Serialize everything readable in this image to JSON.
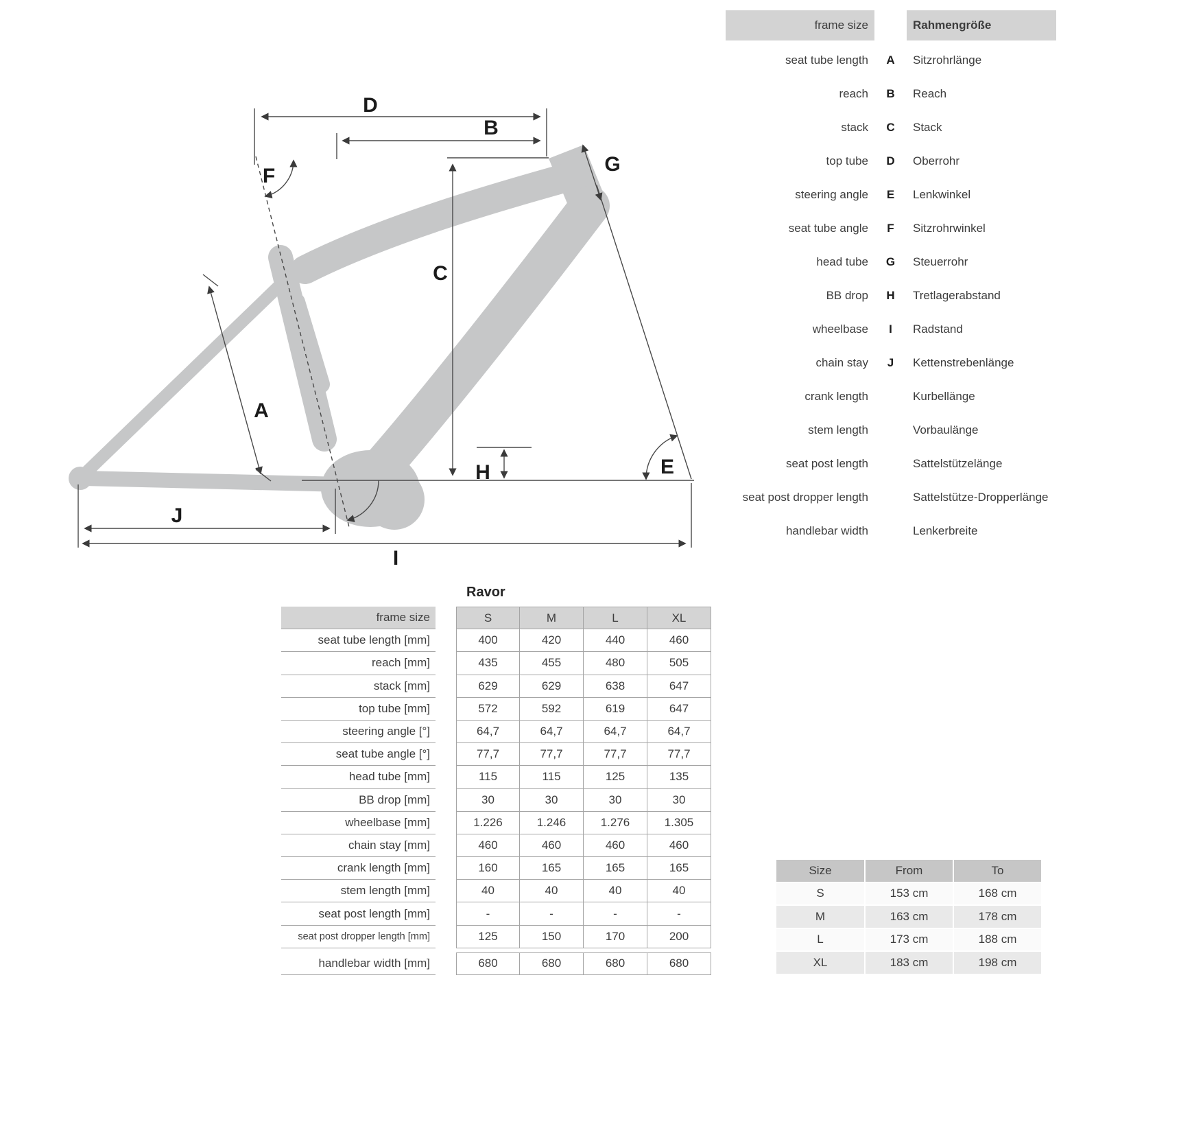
{
  "diagram": {
    "dim_labels": [
      "D",
      "B",
      "F",
      "G",
      "C",
      "A",
      "E",
      "H",
      "J",
      "I"
    ],
    "frame_color": "#c6c7c8",
    "line_color": "#4a4a4a"
  },
  "legend": {
    "header_en": "frame size",
    "header_de": "Rahmengröße",
    "rows": [
      {
        "en": "seat tube length",
        "letter": "A",
        "de": "Sitzrohrlänge"
      },
      {
        "en": "reach",
        "letter": "B",
        "de": "Reach"
      },
      {
        "en": "stack",
        "letter": "C",
        "de": "Stack"
      },
      {
        "en": "top tube",
        "letter": "D",
        "de": "Oberrohr"
      },
      {
        "en": "steering angle",
        "letter": "E",
        "de": "Lenkwinkel"
      },
      {
        "en": "seat tube angle",
        "letter": "F",
        "de": "Sitzrohrwinkel"
      },
      {
        "en": "head tube",
        "letter": "G",
        "de": "Steuerrohr"
      },
      {
        "en": "BB drop",
        "letter": "H",
        "de": "Tretlagerabstand"
      },
      {
        "en": "wheelbase",
        "letter": "I",
        "de": "Radstand"
      },
      {
        "en": "chain stay",
        "letter": "J",
        "de": "Kettenstrebenlänge"
      },
      {
        "en": "crank length",
        "letter": "",
        "de": "Kurbellänge"
      },
      {
        "en": "stem length",
        "letter": "",
        "de": "Vorbaulänge"
      },
      {
        "en": "seat post length",
        "letter": "",
        "de": "Sattelstützelänge"
      },
      {
        "en": "seat post  dropper length",
        "letter": "",
        "de": "Sattelstütze-Dropperlänge"
      },
      {
        "en": "handlebar width",
        "letter": "",
        "de": "Lenkerbreite"
      }
    ]
  },
  "geometry_table": {
    "title": "Ravor",
    "header_label": "frame size",
    "sizes": [
      "S",
      "M",
      "L",
      "XL"
    ],
    "rows": [
      {
        "label": "seat tube length [mm]",
        "values": [
          "400",
          "420",
          "440",
          "460"
        ]
      },
      {
        "label": "reach [mm]",
        "values": [
          "435",
          "455",
          "480",
          "505"
        ]
      },
      {
        "label": "stack [mm]",
        "values": [
          "629",
          "629",
          "638",
          "647"
        ]
      },
      {
        "label": "top tube [mm]",
        "values": [
          "572",
          "592",
          "619",
          "647"
        ]
      },
      {
        "label": "steering angle [°]",
        "values": [
          "64,7",
          "64,7",
          "64,7",
          "64,7"
        ]
      },
      {
        "label": "seat tube angle [°]",
        "values": [
          "77,7",
          "77,7",
          "77,7",
          "77,7"
        ]
      },
      {
        "label": "head tube [mm]",
        "values": [
          "115",
          "115",
          "125",
          "135"
        ]
      },
      {
        "label": "BB drop [mm]",
        "values": [
          "30",
          "30",
          "30",
          "30"
        ]
      },
      {
        "label": "wheelbase [mm]",
        "values": [
          "1.226",
          "1.246",
          "1.276",
          "1.305"
        ]
      },
      {
        "label": "chain stay [mm]",
        "values": [
          "460",
          "460",
          "460",
          "460"
        ]
      },
      {
        "label": "crank length [mm]",
        "values": [
          "160",
          "165",
          "165",
          "165"
        ]
      },
      {
        "label": "stem length [mm]",
        "values": [
          "40",
          "40",
          "40",
          "40"
        ]
      },
      {
        "label": "seat post length [mm]",
        "values": [
          "-",
          "-",
          "-",
          "-"
        ]
      },
      {
        "label": "seat post  dropper length [mm]",
        "values": [
          "125",
          "150",
          "170",
          "200"
        ]
      },
      {
        "label": "handlebar width [mm]",
        "values": [
          "680",
          "680",
          "680",
          "680"
        ]
      }
    ]
  },
  "size_chart": {
    "headers": [
      "Size",
      "From",
      "To"
    ],
    "rows": [
      [
        "S",
        "153 cm",
        "168 cm"
      ],
      [
        "M",
        "163 cm",
        "178 cm"
      ],
      [
        "L",
        "173 cm",
        "188 cm"
      ],
      [
        "XL",
        "183 cm",
        "198 cm"
      ]
    ]
  }
}
